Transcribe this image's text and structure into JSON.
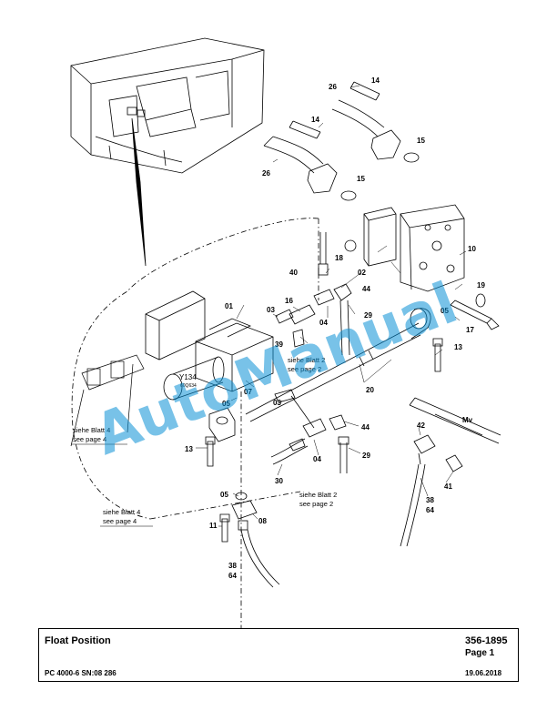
{
  "diagram": {
    "labels": [
      "01",
      "02",
      "03",
      "03",
      "04",
      "04",
      "05",
      "05",
      "05",
      "07",
      "08",
      "10",
      "11",
      "13",
      "13",
      "14",
      "14",
      "15",
      "15",
      "16",
      "17",
      "18",
      "19",
      "20",
      "26",
      "26",
      "29",
      "29",
      "30",
      "38",
      "64",
      "38",
      "64",
      "39",
      "40",
      "41",
      "42",
      "44",
      "44"
    ],
    "component_tag": {
      "name": "Y134",
      "code": "60Q634"
    },
    "rail_label": "Mv",
    "notes": [
      {
        "line1": "siehe Blatt 4",
        "line2": "see page 4"
      },
      {
        "line1": "siehe Blatt 2",
        "line2": "see page 2"
      },
      {
        "line1": "siehe Blatt 4",
        "line2": "see page 4"
      },
      {
        "line1": "siehe Blatt 2",
        "line2": "see page 2"
      }
    ],
    "watermark": "AutoManual"
  },
  "title_block": {
    "title": "Float Position",
    "doc_number": "356-1895",
    "page": "Page 1",
    "model": "PC 4000-6 SN:08 286",
    "date": "19.06.2018"
  },
  "colors": {
    "line": "#000000",
    "watermark": "#0a8fd6"
  }
}
